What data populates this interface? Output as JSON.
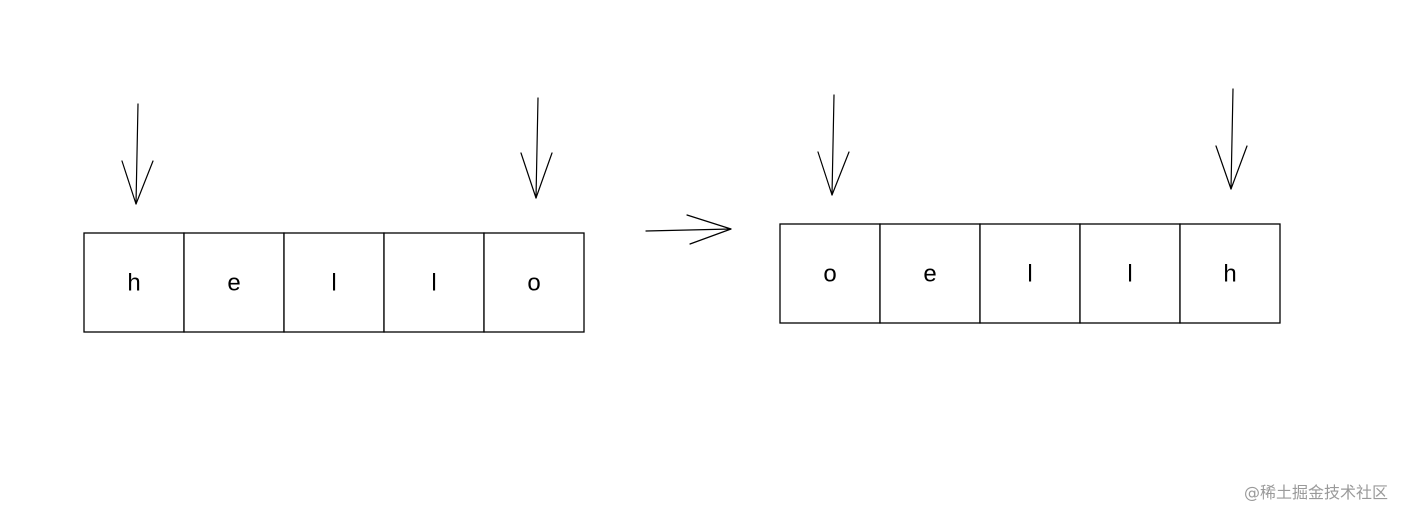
{
  "before": {
    "cells": [
      "h",
      "e",
      "l",
      "l",
      "o"
    ],
    "pointers": [
      "left",
      "right"
    ]
  },
  "after": {
    "cells": [
      "o",
      "e",
      "l",
      "l",
      "h"
    ],
    "pointers": [
      "left",
      "right"
    ]
  },
  "watermark": "@稀土掘金技术社区"
}
